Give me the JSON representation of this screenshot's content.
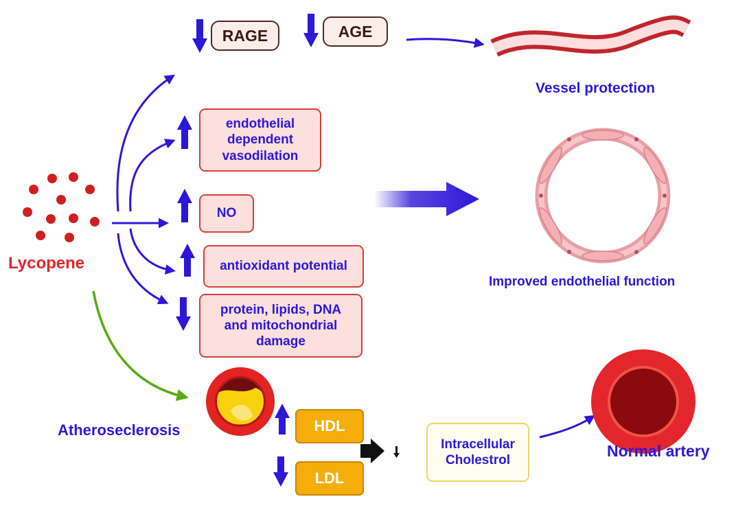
{
  "source_label": "Lycopene",
  "top_markers": {
    "rage": "RAGE",
    "age": "AGE"
  },
  "effects": [
    "endothelial dependent vasodilation",
    "NO",
    "antioxidant potential",
    "protein, lipids, DNA and mitochondrial damage"
  ],
  "outcomes": {
    "vessel": "Vessel protection",
    "endothelial": "Improved endothelial function",
    "athero": "Atheroseclerosis",
    "intracellular": "Intracellular Cholestrol",
    "normal_artery": "Normal artery"
  },
  "lipids": {
    "hdl": "HDL",
    "ldl": "LDL"
  },
  "colors": {
    "arrow_blue": "#2d17d8",
    "label_blue": "#2d17d8",
    "lycopene_red": "#e3252a",
    "dot_red": "#d01f1f",
    "athero_arrow": "#5aaa14",
    "box_fill": "#fbe0de",
    "box_border": "#d6403a",
    "lipid_box": "#f5ad0a"
  }
}
